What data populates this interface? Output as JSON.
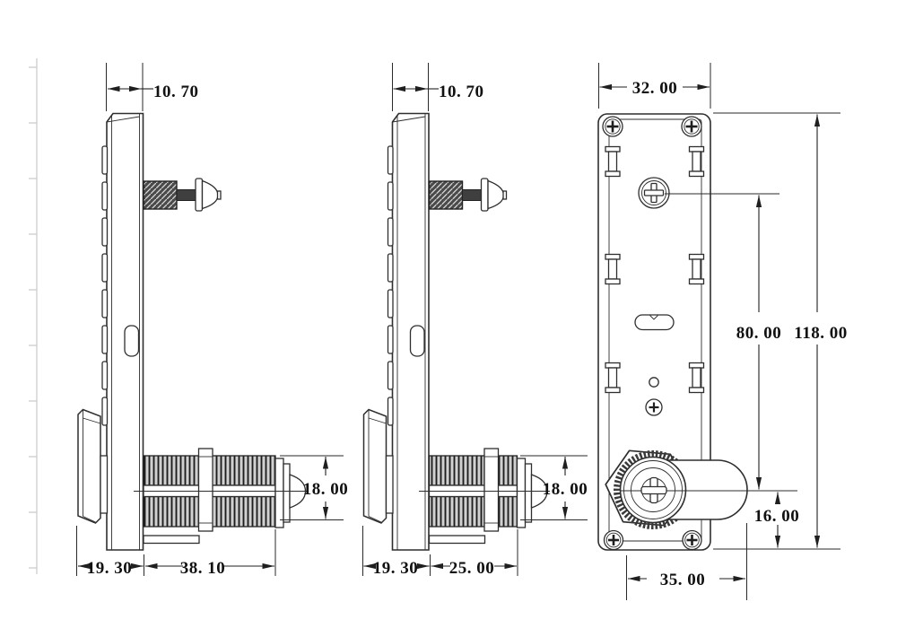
{
  "dims": {
    "v1_top_width": "10. 70",
    "v1_barrel_dia": "18. 00",
    "v1_base_depth": "19. 30",
    "v1_thread_len": "38. 10",
    "v2_top_width": "10. 70",
    "v2_barrel_dia": "18. 00",
    "v2_base_depth": "19. 30",
    "v2_thread_len": "25. 00",
    "v3_width": "32. 00",
    "v3_screw_to_cam": "80. 00",
    "v3_height": "118. 00",
    "v3_cam_to_bottom": "16. 00",
    "v3_cam_len": "35. 00"
  },
  "colors": {
    "line": "#2e2e2e",
    "dim_text": "#111111",
    "ruler": "#cccccc"
  }
}
